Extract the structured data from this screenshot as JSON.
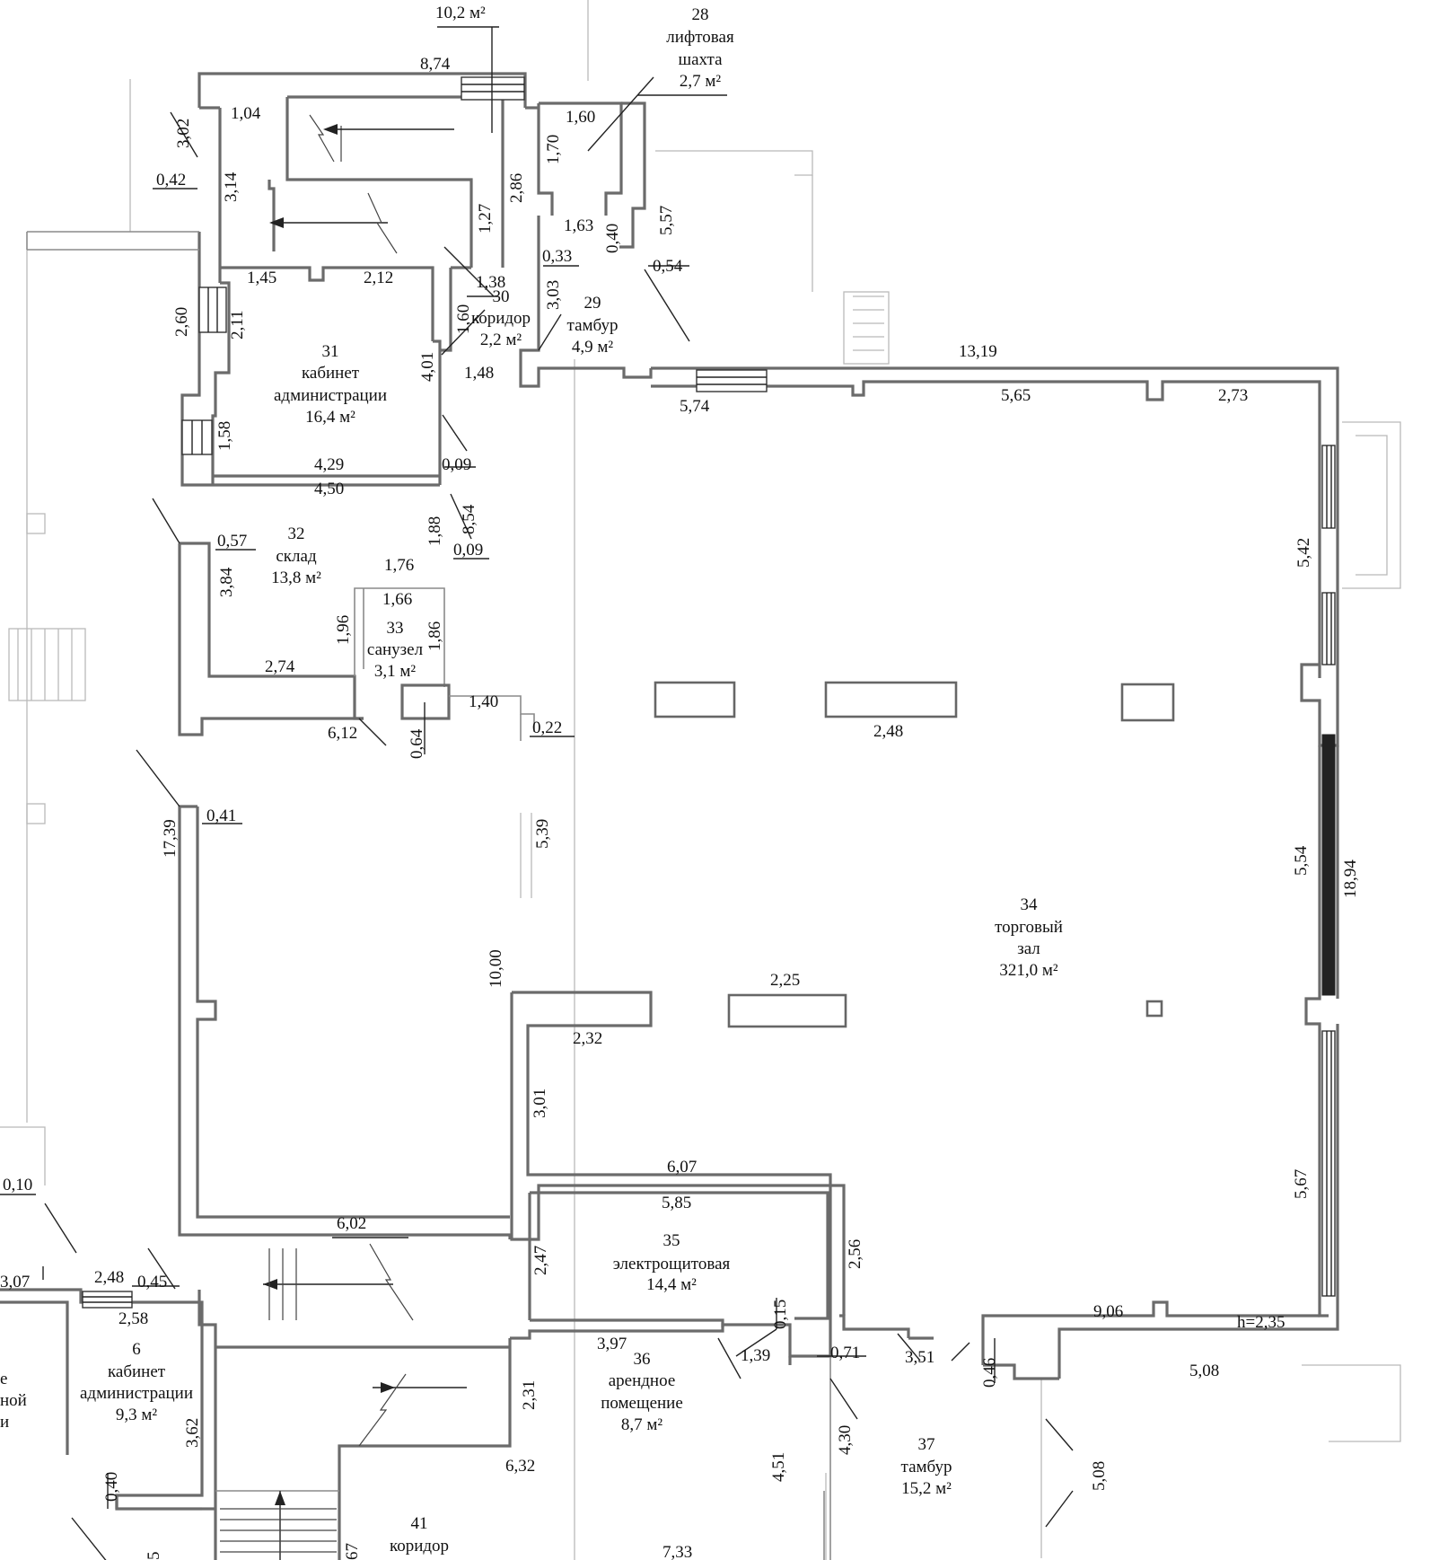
{
  "rooms": [
    {
      "num": "28",
      "lines": [
        "лифтовая",
        "шахта",
        "2,7 м²"
      ]
    },
    {
      "num": "29",
      "lines": [
        "тамбур",
        "4,9 м²"
      ]
    },
    {
      "num": "30",
      "lines": [
        "коридор",
        "2,2 м²"
      ]
    },
    {
      "num": "31",
      "lines": [
        "кабинет",
        "администрации",
        "16,4 м²"
      ]
    },
    {
      "num": "32",
      "lines": [
        "склад",
        "13,8 м²"
      ]
    },
    {
      "num": "33",
      "lines": [
        "санузел",
        "3,1 м²"
      ]
    },
    {
      "num": "34",
      "lines": [
        "торговый",
        "зал",
        "321,0 м²"
      ]
    },
    {
      "num": "35",
      "lines": [
        "электрощитовая",
        "14,4 м²"
      ]
    },
    {
      "num": "36",
      "lines": [
        "арендное",
        "помещение",
        "8,7 м²"
      ]
    },
    {
      "num": "37",
      "lines": [
        "тамбур",
        "15,2 м²"
      ]
    },
    {
      "num": "6",
      "lines": [
        "кабинет",
        "администрации",
        "9,3 м²"
      ]
    },
    {
      "num": "41",
      "lines": [
        "коридор"
      ]
    }
  ],
  "partial_labels": [
    "е",
    "ной",
    "и"
  ],
  "area_label_top": "10,2 м²",
  "height_label": "h=2,35",
  "dimensions": [
    "8,74",
    "1,04",
    "3,02",
    "0,42",
    "3,14",
    "1,60",
    "1,70",
    "2,86",
    "1,27",
    "1,63",
    "0,40",
    "5,57",
    "0,33",
    "0,54",
    "1,45",
    "2,12",
    "1,38",
    "2,60",
    "2,11",
    "1,60",
    "3,03",
    "4,01",
    "1,48",
    "13,19",
    "5,74",
    "5,65",
    "2,73",
    "1,58",
    "4,29",
    "0,09",
    "4,50",
    "8,54",
    "1,88",
    "0,09",
    "0,57",
    "3,84",
    "1,76",
    "1,66",
    "1,96",
    "1,86",
    "2,74",
    "5,42",
    "1,40",
    "6,12",
    "0,64",
    "0,22",
    "2,48",
    "0,41",
    "17,39",
    "5,39",
    "5,54",
    "18,94",
    "10,00",
    "2,25",
    "2,32",
    "3,01",
    "6,07",
    "5,85",
    "5,67",
    "6,02",
    "0,10",
    "2,47",
    "2,56",
    "3,07",
    "2,48",
    "0,45",
    "2,58",
    "0,15",
    "9,06",
    "3,97",
    "1,39",
    "0,71",
    "3,51",
    "0,46",
    "5,08",
    "2,31",
    "3,62",
    "0,40",
    "6,32",
    "4,51",
    "4,30",
    "5,08",
    "67",
    "7,33",
    "5"
  ]
}
